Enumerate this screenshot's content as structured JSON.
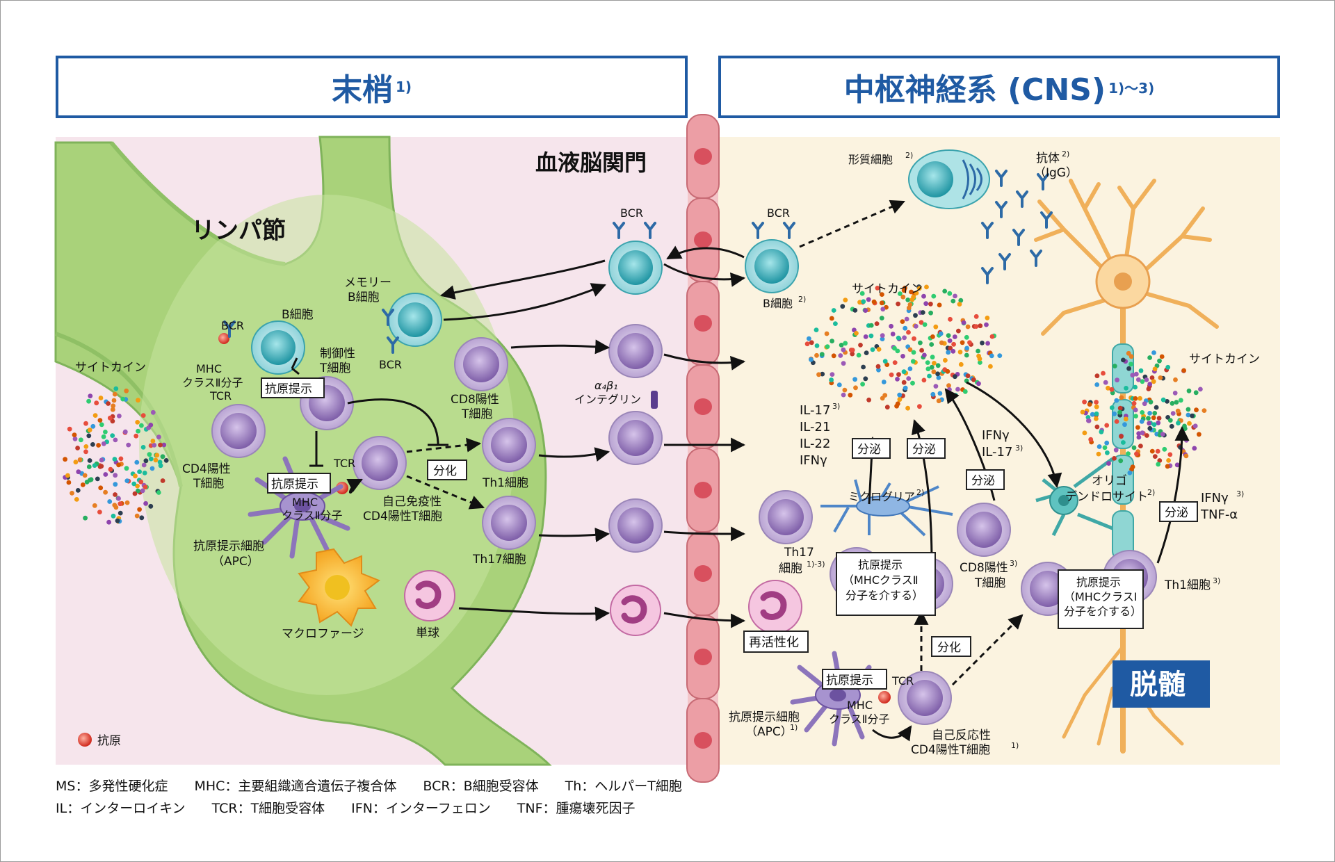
{
  "headers": {
    "peripheral": {
      "title": "末梢",
      "sup": "1)"
    },
    "cns": {
      "title": "中枢神経系 (CNS)",
      "sup": "1)〜3)"
    }
  },
  "peripheral": {
    "lymph_node": "リンパ節",
    "bbb": "血液脳関門",
    "cytokine_left": "サイトカイン",
    "bcr_1": "BCR",
    "b_cell": "B細胞",
    "mhc_1": "MHC",
    "mhc_class2_1": "クラスⅡ分子",
    "tcr_1": "TCR",
    "antigen_presentation_1": "抗原提示",
    "treg_1": "制御性",
    "treg_2": "T細胞",
    "memory_b_1": "メモリー",
    "memory_b_2": "B細胞",
    "bcr_2": "BCR",
    "cd8_1": "CD8陽性",
    "cd8_2": "T細胞",
    "cd4_1": "CD4陽性",
    "cd4_2": "T細胞",
    "antigen_presentation_2": "抗原提示",
    "tcr_2": "TCR",
    "mhc_2": "MHC",
    "mhc_class2_2": "クラスⅡ分子",
    "autoimmune_1": "自己免疫性",
    "autoimmune_2": "CD4陽性T細胞",
    "differentiation": "分化",
    "th1": "Th1細胞",
    "th17": "Th17細胞",
    "apc_1": "抗原提示細胞",
    "apc_2": "（APC）",
    "macrophage": "マクロファージ",
    "monocyte": "単球",
    "antigen_legend": "抗原",
    "bcr_3": "BCR",
    "integrin_1": "α₄β₁",
    "integrin_2": "インテグリン"
  },
  "cns": {
    "plasma_cell": "形質細胞",
    "plasma_sup": "2)",
    "antibody": "抗体",
    "antibody_sup": "2)",
    "igg": "（IgG）",
    "bcr": "BCR",
    "b_cell": "B細胞",
    "b_cell_sup": "2)",
    "cytokine_top": "サイトカイン",
    "cytokine_right": "サイトカイン",
    "il17": "IL-17",
    "il17_sup": "3)",
    "il21": "IL-21",
    "il22": "IL-22",
    "ifng": "IFNγ",
    "secretion_1": "分泌",
    "secretion_2": "分泌",
    "secretion_3": "分泌",
    "secretion_4": "分泌",
    "ifng_2": "IFNγ",
    "il17_2": "IL-17",
    "il17_2_sup": "3)",
    "microglia": "ミクログリア",
    "microglia_sup": "2)",
    "oligo_1": "オリゴ",
    "oligo_2": "デンドロサイト",
    "oligo_sup": "2)",
    "ifng_3": "IFNγ",
    "ifng_3_sup": "3)",
    "tnfa": "TNF-α",
    "th17_1": "Th17",
    "th17_2": "細胞",
    "th17_sup": "1)-3)",
    "ap_mhc2_1": "抗原提示",
    "ap_mhc2_2": "（MHCクラスⅡ",
    "ap_mhc2_3": "分子を介する）",
    "cd8_1": "CD8陽性",
    "cd8_sup": "3)",
    "cd8_2": "T細胞",
    "ap_mhc1_1": "抗原提示",
    "ap_mhc1_2": "（MHCクラスⅠ",
    "ap_mhc1_3": "分子を介する）",
    "th1": "Th1細胞",
    "th1_sup": "3)",
    "reactivation": "再活性化",
    "differentiation": "分化",
    "demyelination": "脱髄",
    "antigen_presentation": "抗原提示",
    "tcr": "TCR",
    "mhc": "MHC",
    "mhc_class2": "クラスⅡ分子",
    "apc_1": "抗原提示細胞",
    "apc_2": "（APC）",
    "apc_sup": "1)",
    "autoreactive_1": "自己反応性",
    "autoreactive_2": "CD4陽性T細胞",
    "autoreactive_sup": "1)"
  },
  "footer": {
    "line1": "MS：多発性硬化症　　MHC：主要組織適合遺伝子複合体　　BCR：B細胞受容体　　Th：ヘルパーT細胞",
    "line2": "IL：インターロイキン　　TCR：T細胞受容体　　IFN：インターフェロン　　TNF：腫瘍壊死因子"
  },
  "colors": {
    "header_blue": "#1f5aa3",
    "peripheral_bg": "#f6e5ec",
    "cns_bg": "#fbf3e0",
    "lymph_green": "#a9d27a",
    "vessel_pink": "#e9a0a6",
    "t_cell_purple": "#c9b6dd",
    "b_cell_teal": "#66c6cf",
    "demyelination_blue": "#1f5aa3"
  }
}
